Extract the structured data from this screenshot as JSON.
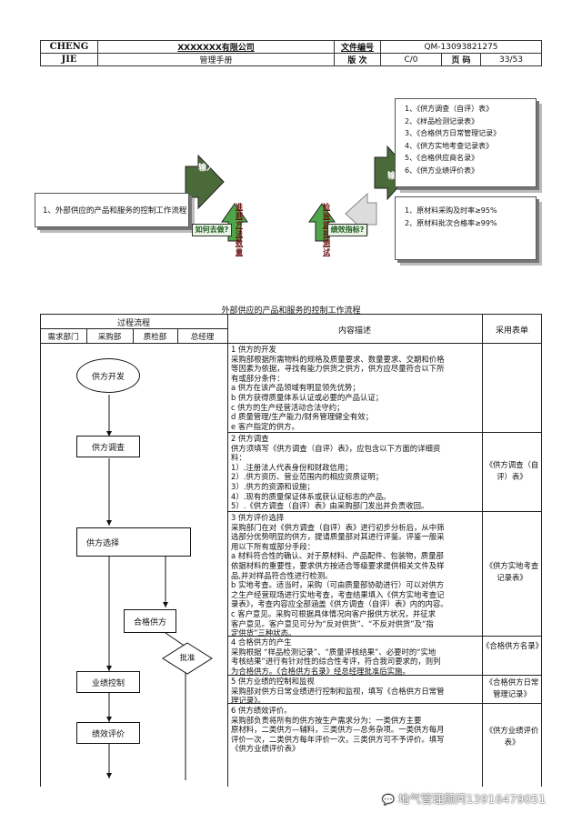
{
  "header": {
    "row1_left": "CHENG",
    "row2_left": "JIE",
    "company": "XXXXXXX有限公司",
    "doc_no_label": "文件编号",
    "doc_no_value": "QM-13093821275",
    "manual": "管理手册",
    "version_label": "版 次",
    "version_value": "C/0",
    "page_label": "页 码",
    "page_value": "33/53"
  },
  "diagram": {
    "input_label": "输入",
    "output_label": "输出",
    "process_box": "1、外部供应的产品和服务的控制工作流程",
    "how_label": "如何去做?",
    "criteria_text": "准则方法数量",
    "check_text": "检验监视测试",
    "perf_label": "绩效指标?",
    "outputs": [
      "1、《供方调查（自评）表》",
      "2、《样品检测记录表》",
      "3、《合格供方日常管理记录》",
      "4、《供方实地考查记录表》",
      "5、《合格供应商名录》",
      "6、《供方业绩评价表》"
    ],
    "kpis": [
      "1、原材料采购及时率≥95%",
      "2、原材料批次合格率≥99%"
    ]
  },
  "table": {
    "title": "外部供应的产品和服务的控制工作流程",
    "head_process": "过程流程",
    "head_content": "内容描述",
    "head_forms": "采用表单",
    "depts": [
      "需求部门",
      "采购部",
      "质检部",
      "总经理"
    ],
    "flow": {
      "n1": "供方开发",
      "n2": "供方调查",
      "n3": "供方选择",
      "n4": "合格供方",
      "n5": "批准",
      "n6": "业绩控制",
      "n7": "绩效评价"
    },
    "rows": [
      {
        "lines": [
          "1 供方的开发",
          "采购部根据所需物料的规格及质量要求、数量要求、交期和价格",
          "等因素为依据，寻找有能力供货之供方，供方应尽量符合以下所",
          "有或部分条件：",
          "a 供方在该产品领域有明显领先优势；",
          "b 供方获得质量体系认证或必要的产品认证；",
          "c 供方的生产经营活动合法守约；",
          "d 质量管理/生产能力/财务管理健全有效；",
          "e 客户指定的供方。"
        ],
        "form": ""
      },
      {
        "lines": [
          "2 供方调查",
          "供方须填写《供方调查（自评）表》，应包含以下方面的详细资",
          "料：",
          "1）.注册法人代表身份和财政信用；",
          "2）.供方资历、营业范围内的相应资质证明；",
          "3）.供方的资源和设施；",
          "4）.现有的质量保证体系或获认证标志的产品。",
          "5）.《供方调查（自评）表》由采购部门发出并负责收回。"
        ],
        "form": "《供方调查（自评）表》"
      },
      {
        "lines": [
          "3  供方评价选择",
          "采购部门在对《供方调查（自评）表》进行初步分析后，从中筛",
          "选部分优势明显的供方，提请质量部对其进行评鉴。评鉴一般采",
          "用以下所有或部分手段：",
          "a 材料符合性的确认、对于原材料、产品配件、包装物，质量部",
          "依据材料的重要性，要求供方按适合等级要求提供相关文件及样",
          "品,并对样品符合性进行检测。",
          "b 实地考查。适当时，采购（可由质量部协助进行）可以对供方",
          "之生产经营现场进行实地考查，考查结果填入《供方实地考查记",
          "录表》，考查内容应全部涵盖《供方调查（自评）表》内的内容。",
          "c 客户意见。采购可根据具体情况向客户报供方状况，并征求",
          "客户意见。客户意见可分为“反对供货”、“不反对供货”及“指",
          "定供货”三种状态。"
        ],
        "form": "《供方实地考查记录表》"
      },
      {
        "lines": [
          "4 合格供方的产生",
          "采购根据 “样品检测记录”、“质量评核结果”、必要时的“实地",
          "考核结果”进行有针对性的综合性考评，符合我司要求的，则列",
          "为合格供方。《合格供方名录》经总经理批准后实施。"
        ],
        "form": "《合格供方名录》"
      },
      {
        "lines": [
          "5 供方业绩的控制和监视",
          "采购部对供方日常业绩进行控制和监视，填写《合格供方日常管",
          "理记录》。"
        ],
        "form": "《合格供方日常管理记录》"
      },
      {
        "lines": [
          "6 供方绩效评价。",
          "采购部负责将所有的供方按生产需求分为：一类供方主要",
          "原材料，二类供方—辅料，三类供方—总务杂项。一类供方每月",
          "评价一次，二类供方每年评价一次，三类供方可不予评价。填写",
          "《供方业绩评价表》"
        ],
        "form": "《供方业绩评价表》"
      }
    ]
  },
  "watermark": "地气管理顾问13916479051"
}
